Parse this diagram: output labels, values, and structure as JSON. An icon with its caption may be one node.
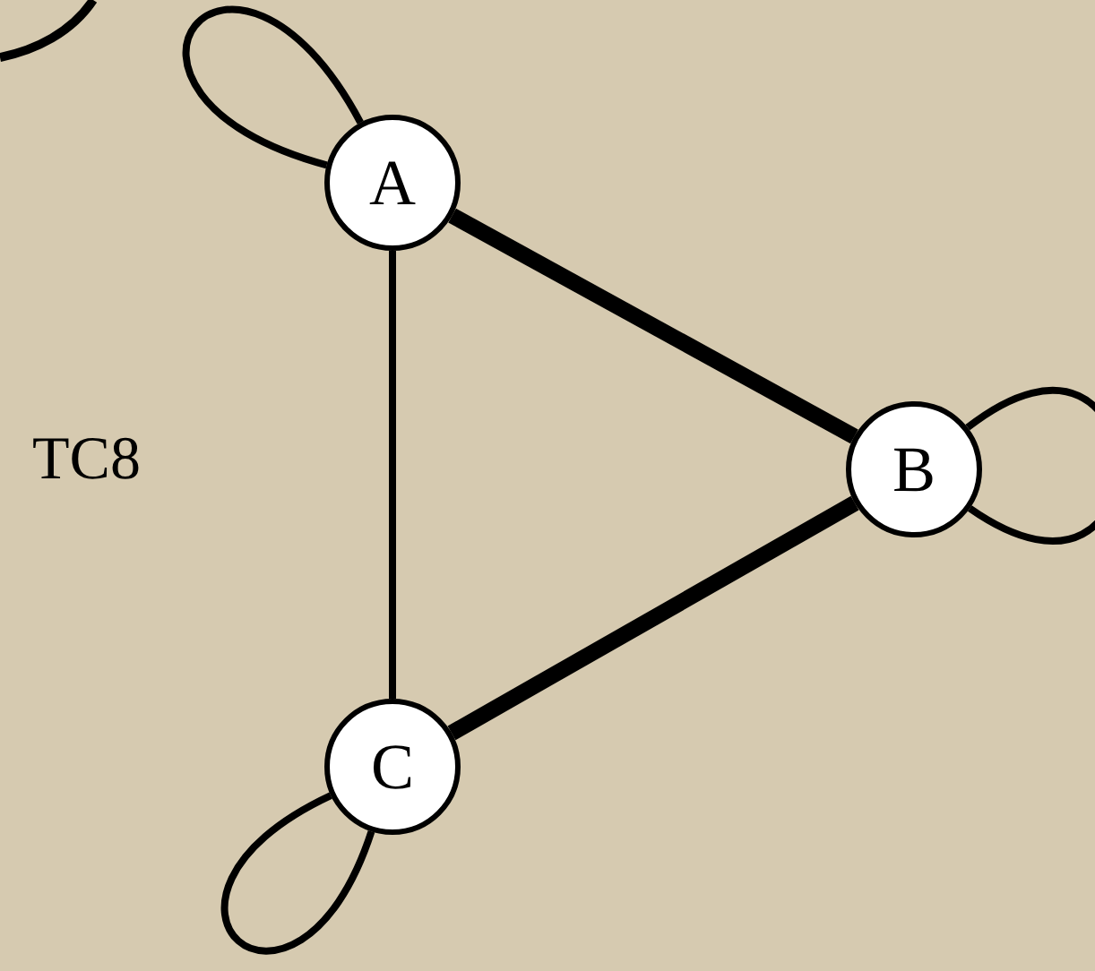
{
  "diagram": {
    "nodes": [
      {
        "text": [
          "A"
        ]
      },
      {
        "text": [
          "B"
        ]
      },
      {
        "text": [
          "C"
        ]
      }
    ],
    "edges": [
      {
        "from": 0,
        "to": 0,
        "arrow": "none"
      },
      {
        "from": 0,
        "to": 1,
        "arrow": "none",
        "style": "thick"
      },
      {
        "from": 0,
        "to": 2,
        "arrow": "none"
      },
      {
        "from": 1,
        "to": 1,
        "arrow": "none"
      },
      {
        "from": 1,
        "to": 2,
        "arrow": "none",
        "style": "thick"
      },
      {
        "from": 2,
        "to": 2,
        "arrow": "none"
      }
    ],
    "labels": [
      "TC8"
    ]
  }
}
